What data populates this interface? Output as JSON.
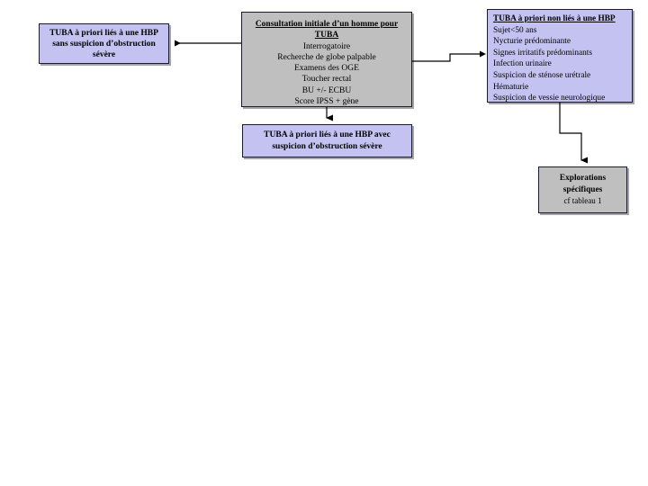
{
  "diagram": {
    "type": "flowchart",
    "title_visible": false,
    "colors": {
      "node_purple": "#c3c2f0",
      "node_gray": "#bfbfbf",
      "border": "#1b1b2f",
      "connector": "#000000",
      "background": "#ffffff"
    },
    "nodes": [
      {
        "id": "consultation",
        "shape": "rectangle",
        "fill": "#bfbfbf",
        "title": "Consultation initiale  d’un homme pour TUBA",
        "title_style": "bold-underline",
        "lines": [
          "Interrogatoire",
          "Recherche de globe palpable",
          "Examens des OGE",
          "Toucher rectal",
          "BU +/- ECBU",
          "Score IPSS + gène"
        ]
      },
      {
        "id": "no-suspicion",
        "shape": "rectangle",
        "fill": "#c3c2f0",
        "lines": [
          "TUBA à priori liés à une HBP",
          "sans suspicion d’obstruction",
          "sévère"
        ]
      },
      {
        "id": "with-suspicion",
        "shape": "rectangle",
        "fill": "#c3c2f0",
        "lines": [
          "TUBA à priori liés à une HBP avec",
          "suspicion d’obstruction sévère"
        ]
      },
      {
        "id": "non-hbp",
        "shape": "rectangle",
        "fill": "#c3c2f0",
        "title": "TUBA à priori non liés à une HBP",
        "title_style": "bold-underline",
        "lines": [
          "Sujet<50 ans",
          "Nycturie prédominante",
          "Signes irritatifs prédominants",
          "Infection urinaire",
          "Suspicion de sténose urétrale",
          "Hématurie",
          "Suspicion de vessie neurologique"
        ]
      },
      {
        "id": "explorations",
        "shape": "rectangle",
        "fill": "#bfbfbf",
        "title_line_1": "Explorations",
        "title_line_2": "spécifiques",
        "subtitle": "cf tableau 1"
      }
    ],
    "edges": [
      {
        "id": "consultation-to-no-suspicion",
        "from": "consultation",
        "to": "no-suspicion",
        "arrow": "left"
      },
      {
        "id": "consultation-to-non-hbp",
        "from": "consultation",
        "to": "non-hbp",
        "arrow": "right"
      },
      {
        "id": "consultation-to-with-suspicion",
        "from": "consultation",
        "to": "with-suspicion",
        "arrow": "down"
      },
      {
        "id": "non-hbp-to-explorations",
        "from": "non-hbp",
        "to": "explorations",
        "arrow": "down"
      }
    ]
  },
  "consultation": {
    "title": "Consultation initiale  d’un homme pour TUBA",
    "title_part_1": "Consultation initiale  d’un homme pour",
    "title_part_2": "TUBA",
    "line_1": "Interrogatoire",
    "line_2": "Recherche de globe palpable",
    "line_3": "Examens des OGE",
    "line_4": "Toucher rectal",
    "line_5": "BU +/- ECBU",
    "line_6": "Score IPSS + gène"
  },
  "no_suspicion": {
    "line_1": "TUBA à priori liés à une HBP",
    "line_2": "sans suspicion d’obstruction",
    "line_3": "sévère"
  },
  "with_suspicion": {
    "line_1": "TUBA à priori liés à une HBP avec",
    "line_2": "suspicion d’obstruction sévère"
  },
  "non_hbp": {
    "title": "TUBA à priori non liés à une HBP",
    "item_1": "Sujet<50 ans",
    "item_2": "Nycturie prédominante",
    "item_3": "Signes irritatifs prédominants",
    "item_4": "Infection urinaire",
    "item_5": "Suspicion de sténose urétrale",
    "item_6": "Hématurie",
    "item_7": "Suspicion de vessie neurologique"
  },
  "explorations": {
    "title_line_1": "Explorations",
    "title_line_2": "spécifiques",
    "subtitle": "cf tableau 1"
  }
}
